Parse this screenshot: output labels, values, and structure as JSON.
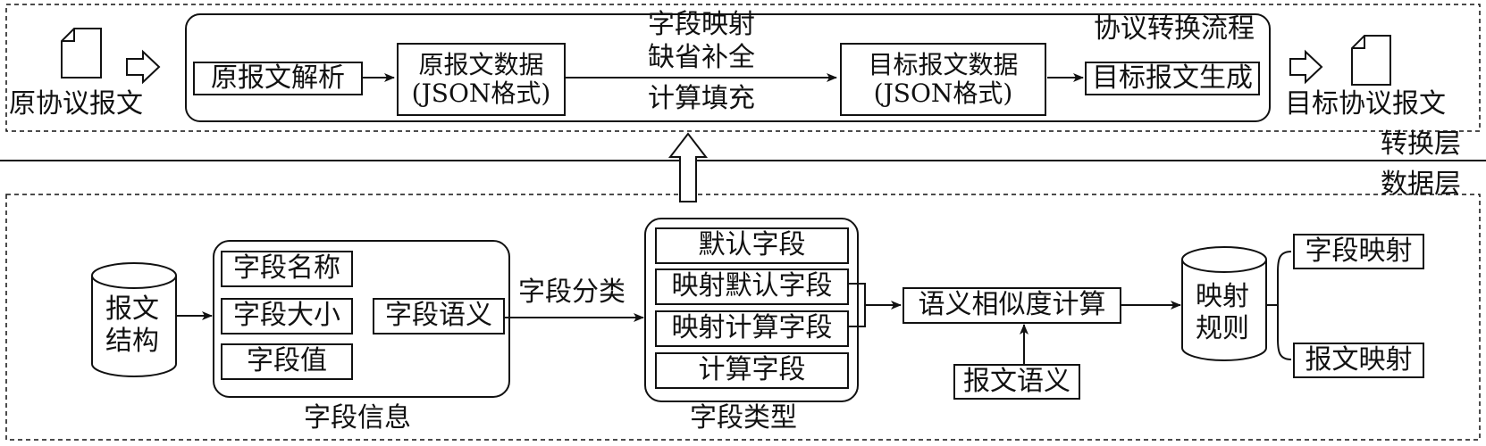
{
  "transform_layer": {
    "layer_label": "转换层",
    "flow_label": "协议转换流程",
    "source_doc_label": "原协议报文",
    "target_doc_label": "目标协议报文",
    "parse_box": "原报文解析",
    "source_data_line1": "原报文数据",
    "source_data_line2": "(JSON格式)",
    "mapping_line1": "字段映射",
    "mapping_line2": "缺省补全",
    "mapping_line3": "计算填充",
    "target_data_line1": "目标报文数据",
    "target_data_line2": "(JSON格式)",
    "generate_box": "目标报文生成"
  },
  "data_layer": {
    "layer_label": "数据层",
    "message_structure_line1": "报文",
    "message_structure_line2": "结构",
    "field_info_label": "字段信息",
    "field_name": "字段名称",
    "field_size": "字段大小",
    "field_value": "字段值",
    "field_semantic": "字段语义",
    "classify_label": "字段分类",
    "field_type_label": "字段类型",
    "type_default": "默认字段",
    "type_map_default": "映射默认字段",
    "type_map_calc": "映射计算字段",
    "type_calc": "计算字段",
    "similarity": "语义相似度计算",
    "message_semantic": "报文语义",
    "rules_line1": "映射",
    "rules_line2": "规则",
    "rule_field_mapping": "字段映射",
    "rule_message_mapping": "报文映射"
  }
}
